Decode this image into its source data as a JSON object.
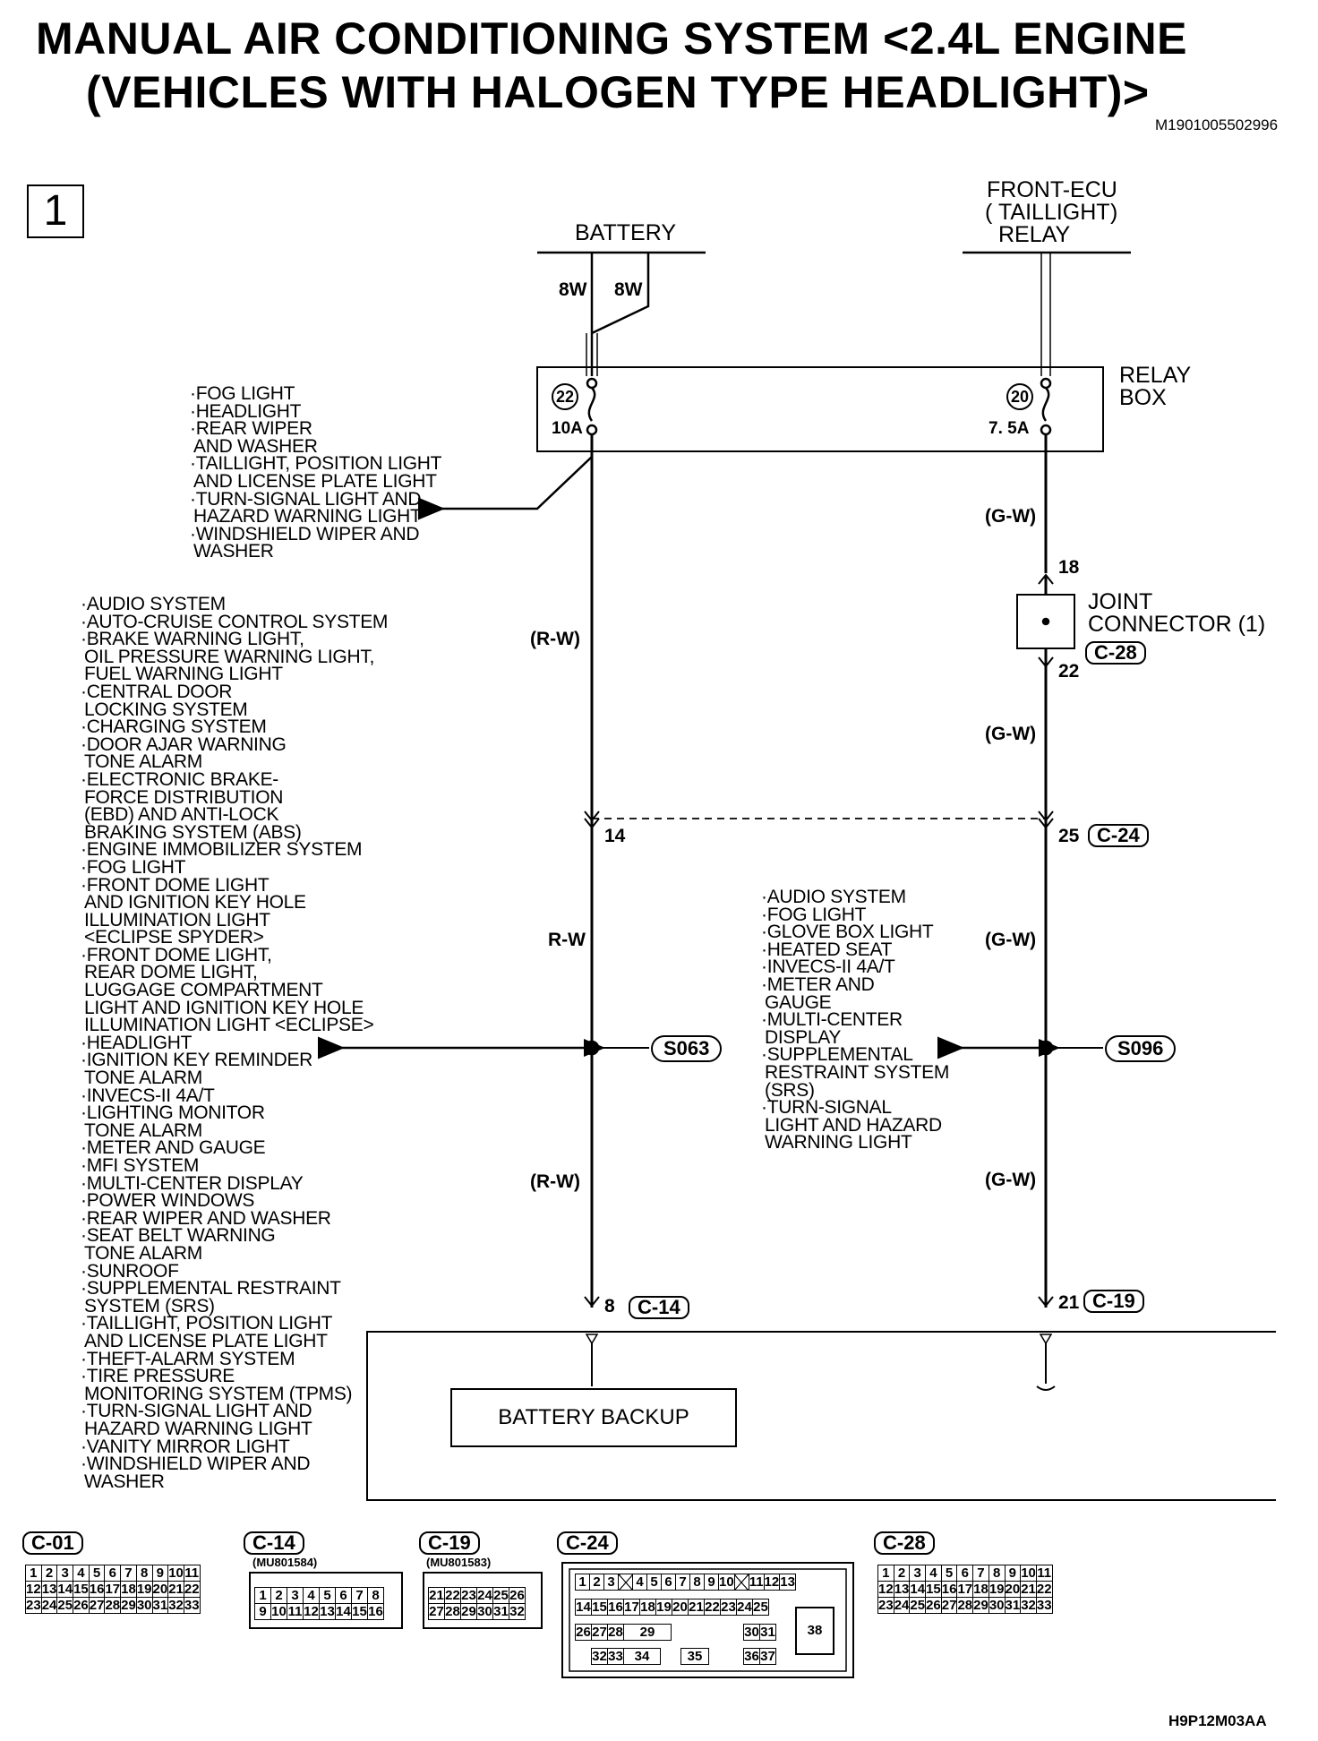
{
  "title": {
    "line1": "MANUAL AIR CONDITIONING SYSTEM <2.4L ENGINE",
    "line2": "(VEHICLES WITH HALOGEN TYPE HEADLIGHT)>",
    "doc_id": "M1901005502996",
    "figure_id": "H9P12M03AA",
    "page_number": "1"
  },
  "sources": {
    "battery": "BATTERY",
    "front_ecu_line1": "FRONT-ECU",
    "front_ecu_line2": "TAILLIGHT",
    "front_ecu_line3": "RELAY",
    "wire_8w_a": "8W",
    "wire_8w_b": "8W"
  },
  "relay_box": {
    "label_line1": "RELAY",
    "label_line2": "BOX",
    "fuse_left_num": "22",
    "fuse_left_amp": "10A",
    "fuse_right_num": "20",
    "fuse_right_amp": "7. 5A"
  },
  "fuse22_loads": [
    "·FOG LIGHT",
    "·HEADLIGHT",
    "·REAR WIPER",
    " AND WASHER",
    "·TAILLIGHT, POSITION LIGHT",
    " AND LICENSE PLATE LIGHT",
    "·TURN-SIGNAL LIGHT AND",
    " HAZARD WARNING LIGHT",
    "·WINDSHIELD WIPER AND",
    " WASHER"
  ],
  "s063_loads": [
    "·AUDIO SYSTEM",
    "·AUTO-CRUISE CONTROL SYSTEM",
    "·BRAKE WARNING LIGHT,",
    " OIL PRESSURE WARNING LIGHT,",
    " FUEL WARNING LIGHT",
    "·CENTRAL DOOR",
    " LOCKING SYSTEM",
    "·CHARGING SYSTEM",
    "·DOOR AJAR WARNING",
    " TONE ALARM",
    "·ELECTRONIC BRAKE-",
    " FORCE DISTRIBUTION",
    " (EBD) AND ANTI-LOCK",
    " BRAKING SYSTEM (ABS)",
    "·ENGINE IMMOBILIZER SYSTEM",
    "·FOG LIGHT",
    "·FRONT DOME LIGHT",
    " AND IGNITION KEY HOLE",
    " ILLUMINATION LIGHT",
    " <ECLIPSE SPYDER>",
    "·FRONT DOME LIGHT,",
    " REAR DOME LIGHT,",
    " LUGGAGE COMPARTMENT",
    " LIGHT AND IGNITION KEY HOLE",
    " ILLUMINATION LIGHT <ECLIPSE>",
    "·HEADLIGHT",
    "·IGNITION KEY REMINDER",
    " TONE ALARM",
    "·INVECS-II 4A/T",
    "·LIGHTING MONITOR",
    " TONE ALARM",
    "·METER AND GAUGE",
    "·MFI SYSTEM",
    "·MULTI-CENTER DISPLAY",
    "·POWER WINDOWS",
    "·REAR WIPER AND WASHER",
    "·SEAT BELT WARNING",
    " TONE ALARM",
    "·SUNROOF",
    "·SUPPLEMENTAL RESTRAINT",
    " SYSTEM (SRS)",
    "·TAILLIGHT, POSITION LIGHT",
    " AND LICENSE PLATE LIGHT",
    "·THEFT-ALARM SYSTEM",
    "·TIRE PRESSURE",
    " MONITORING SYSTEM (TPMS)",
    "·TURN-SIGNAL LIGHT AND",
    " HAZARD WARNING LIGHT",
    "·VANITY MIRROR LIGHT",
    "·WINDSHIELD WIPER AND",
    " WASHER"
  ],
  "s096_loads": [
    "·AUDIO SYSTEM",
    "·FOG LIGHT",
    "·GLOVE BOX LIGHT",
    "·HEATED SEAT",
    "·INVECS-II 4A/T",
    "·METER AND",
    " GAUGE",
    "·MULTI-CENTER",
    " DISPLAY",
    "·SUPPLEMENTAL",
    " RESTRAINT SYSTEM",
    " (SRS)",
    "·TURN-SIGNAL",
    " LIGHT AND HAZARD",
    " WARNING LIGHT"
  ],
  "wires": {
    "left_1": "(R-W)",
    "left_2": "R-W",
    "left_3": "(R-W)",
    "right_1": "(G-W)",
    "right_2": "(G-W)",
    "right_3": "(G-W)",
    "right_4": "(G-W)"
  },
  "joint_connector": {
    "line1": "JOINT",
    "line2": "CONNECTOR (1)",
    "conn": "C-28",
    "pin_in": "18",
    "pin_out": "22"
  },
  "pins": {
    "left_14": "14",
    "right_25": "25",
    "right_25_conn": "C-24",
    "left_8": "8",
    "left_8_conn": "C-14",
    "right_21": "21",
    "right_21_conn": "C-19"
  },
  "splices": {
    "left": "S063",
    "right": "S096"
  },
  "ecu": {
    "battery_backup": "BATTERY BACKUP"
  },
  "connectors": {
    "c01": {
      "name": "C-01",
      "row1": [
        "1",
        "2",
        "3",
        "4",
        "5",
        "6",
        "7",
        "8",
        "9",
        "10",
        "11"
      ],
      "row2": [
        "12",
        "13",
        "14",
        "15",
        "16",
        "17",
        "18",
        "19",
        "20",
        "21",
        "22"
      ],
      "row3": [
        "23",
        "24",
        "25",
        "26",
        "27",
        "28",
        "29",
        "30",
        "31",
        "32",
        "33"
      ]
    },
    "c14": {
      "name": "C-14",
      "part": "(MU801584)",
      "row1": [
        "1",
        "2",
        "3",
        "4",
        "5",
        "6",
        "7",
        "8"
      ],
      "row2": [
        "9",
        "10",
        "11",
        "12",
        "13",
        "14",
        "15",
        "16"
      ]
    },
    "c19": {
      "name": "C-19",
      "part": "(MU801583)",
      "row1": [
        "21",
        "22",
        "23",
        "24",
        "25",
        "26"
      ],
      "row2": [
        "27",
        "28",
        "29",
        "30",
        "31",
        "32"
      ]
    },
    "c24": {
      "name": "C-24",
      "row1": [
        "1",
        "2",
        "3",
        "",
        "4",
        "5",
        "6",
        "7",
        "8",
        "9",
        "10",
        "",
        "11",
        "12",
        "13"
      ],
      "row2": [
        "14",
        "15",
        "16",
        "17",
        "18",
        "19",
        "20",
        "21",
        "22",
        "23",
        "24",
        "25"
      ],
      "r3a": [
        "26",
        "27",
        "28",
        "29"
      ],
      "r3b": [
        "30",
        "31"
      ],
      "r4a": [
        "32",
        "33",
        "34"
      ],
      "r4b": [
        "35"
      ],
      "r4c": [
        "36",
        "37"
      ],
      "big": "38"
    },
    "c28": {
      "name": "C-28",
      "row1": [
        "1",
        "2",
        "3",
        "4",
        "5",
        "6",
        "7",
        "8",
        "9",
        "10",
        "11"
      ],
      "row2": [
        "12",
        "13",
        "14",
        "15",
        "16",
        "17",
        "18",
        "19",
        "20",
        "21",
        "22"
      ],
      "row3": [
        "23",
        "24",
        "25",
        "26",
        "27",
        "28",
        "29",
        "30",
        "31",
        "32",
        "33"
      ]
    }
  }
}
